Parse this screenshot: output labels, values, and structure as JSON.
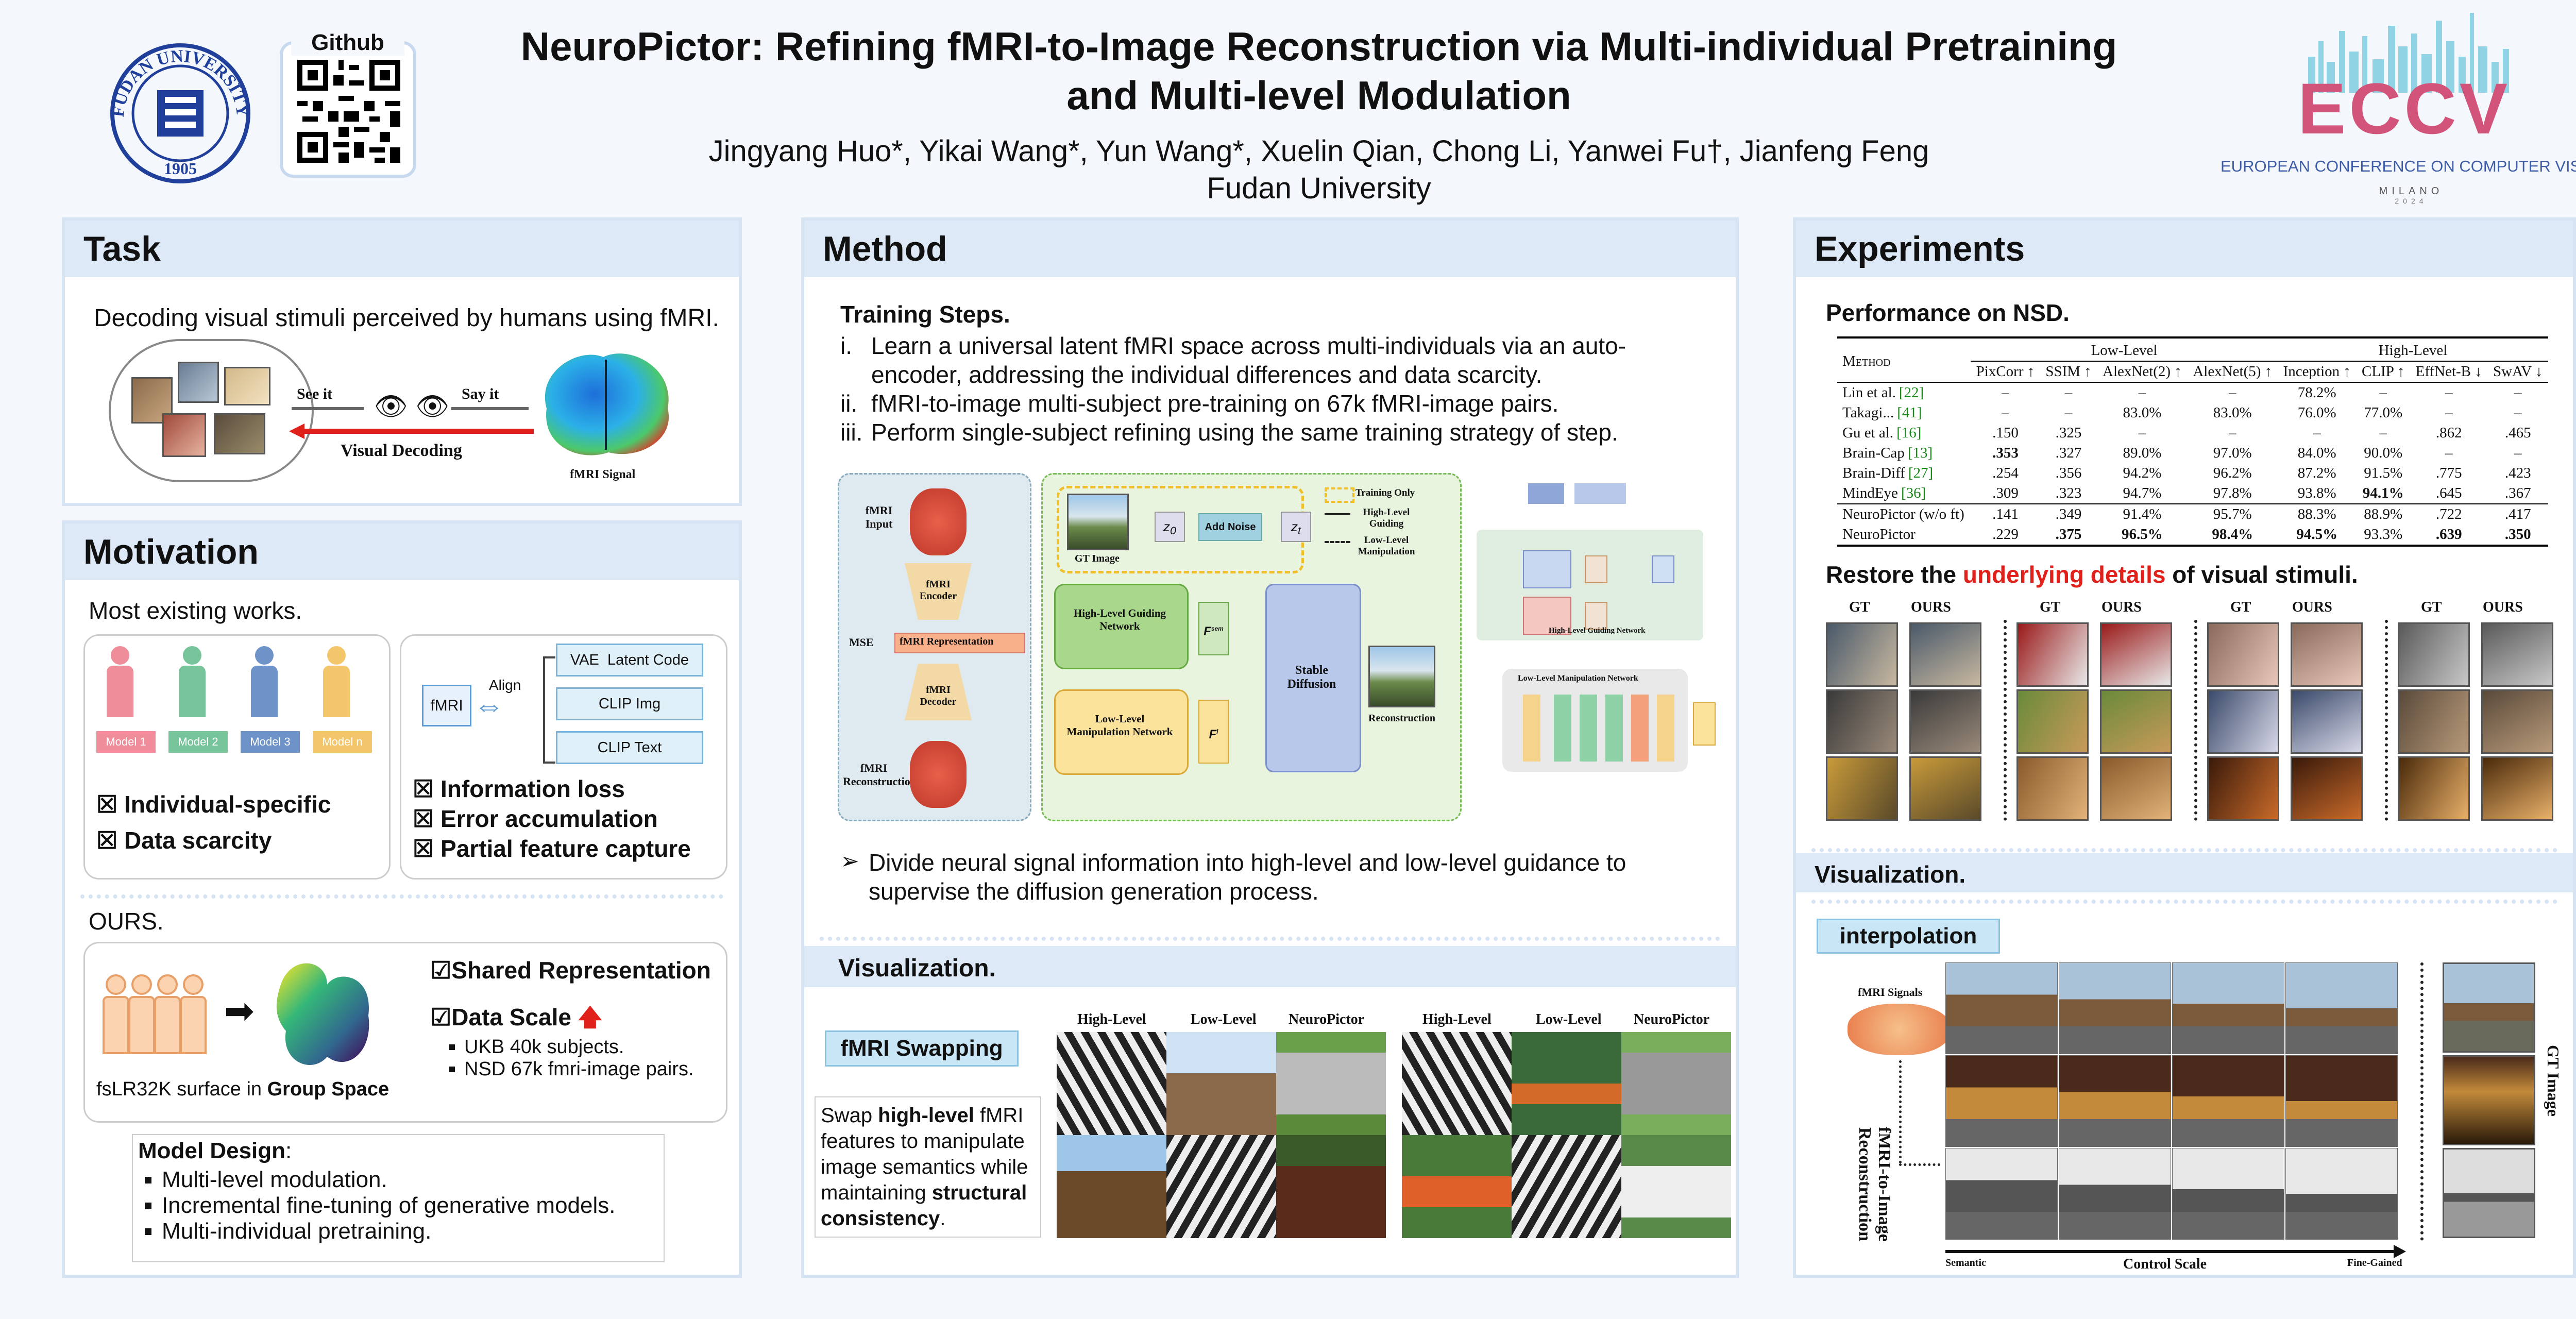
{
  "header": {
    "title_line1": "NeuroPictor: Refining fMRI-to-Image Reconstruction via Multi-individual Pretraining",
    "title_line2": "and Multi-level Modulation",
    "authors": "Jingyang Huo*, Yikai Wang*, Yun Wang*, Xuelin Qian, Chong Li, Yanwei Fu†, Jianfeng Feng",
    "affiliation": "Fudan University",
    "github_label": "Github",
    "fudan_logo_text": "FUDAN UNIVERSITY",
    "fudan_year": "1905",
    "eccv_logo": "ECCV",
    "eccv_full": "EUROPEAN CONFERENCE ON COMPUTER VISION",
    "eccv_city": "MILANO",
    "eccv_year": "2024"
  },
  "task": {
    "heading": "Task",
    "text": "Decoding visual stimuli perceived by humans using fMRI.",
    "see_it": "See it",
    "say_it": "Say it",
    "visual_decoding": "Visual Decoding",
    "fmri_signal": "fMRI Signal"
  },
  "motivation": {
    "heading": "Motivation",
    "existing": "Most existing works.",
    "models": [
      "Model 1",
      "Model 2",
      "Model 3",
      "Model n"
    ],
    "problems_left": [
      "Individual-specific",
      "Data scarcity"
    ],
    "fmri": "fMRI",
    "align": "Align",
    "targets": [
      "VAE  Latent Code",
      "CLIP Img",
      "CLIP Text"
    ],
    "problems_right": [
      "Information loss",
      "Error accumulation",
      "Partial feature capture"
    ],
    "ours": "OURS.",
    "surface_prefix": "fsLR32K surface in ",
    "surface_bold": "Group Space",
    "shared": "Shared Representation",
    "data_scale": "Data Scale",
    "scale_items": [
      "UKB 40k subjects.",
      "NSD 67k fmri-image pairs."
    ],
    "model_design_title": "Model Design",
    "model_design_items": [
      "Multi-level modulation.",
      "Incremental fine-tuning of generative models.",
      "Multi-individual pretraining."
    ]
  },
  "method": {
    "heading": "Method",
    "training_title": "Training Steps.",
    "steps": [
      {
        "num": "i.",
        "text": "Learn a universal latent fMRI space across multi-individuals via an auto-encoder, addressing the individual differences and data scarcity."
      },
      {
        "num": "ii.",
        "text": "fMRI-to-image multi-subject pre-training on 67k fMRI-image pairs."
      },
      {
        "num": "iii.",
        "text": "Perform single-subject refining using the same training strategy of step."
      }
    ],
    "diagram": {
      "fmri_input": "fMRI Input",
      "fmri_encoder": "fMRI Encoder",
      "mse": "MSE",
      "fmri_representation": "fMRI Representation",
      "fmri_decoder": "fMRI Decoder",
      "fmri_reconstruction": "fMRI Reconstruction",
      "gt_image": "GT Image",
      "z0": "z",
      "add_noise": "Add Noise",
      "zt": "z",
      "training_only": "Training Only",
      "high_level_guiding": "High-Level Guiding",
      "low_level_manipulation": "Low-Level Manipulation",
      "high_level_network": "High-Level Guiding Network",
      "low_level_network": "Low-Level Manipulation Network",
      "stable_diffusion": "Stable Diffusion",
      "reconstruction": "Reconstruction",
      "f_sem": "F",
      "f_l": "F",
      "side_high_title": "High-Level Guiding Network",
      "side_low_title": "Low-Level Manipulation Network"
    },
    "divide_text": "Divide neural signal information into high-level and low-level guidance to supervise the diffusion generation process.",
    "visualization": "Visualization.",
    "swap_title": "fMRI Swapping",
    "swap_col_labels": [
      "High-Level",
      "Low-Level",
      "NeuroPictor",
      "High-Level",
      "Low-Level",
      "NeuroPictor"
    ],
    "swap_text_1": "Swap ",
    "swap_text_2": "high-level",
    "swap_text_3": " fMRI features to manipulate image semantics while maintaining ",
    "swap_text_4": "structural consistency",
    "swap_text_5": "."
  },
  "experiments": {
    "heading": "Experiments",
    "perf_title": "Performance on NSD.",
    "table": {
      "method_col": "Method",
      "group_low": "Low-Level",
      "group_high": "High-Level",
      "columns": [
        "PixCorr ↑",
        "SSIM ↑",
        "AlexNet(2) ↑",
        "AlexNet(5) ↑",
        "Inception ↑",
        "CLIP ↑",
        "EffNet-B ↓",
        "SwAV ↓"
      ],
      "rows": [
        {
          "method": "Lin et al.",
          "ref": "[22]",
          "values": [
            "–",
            "–",
            "–",
            "–",
            "78.2%",
            "–",
            "–",
            "–"
          ]
        },
        {
          "method": "Takagi...",
          "ref": "[41]",
          "values": [
            "–",
            "–",
            "83.0%",
            "83.0%",
            "76.0%",
            "77.0%",
            "–",
            "–"
          ]
        },
        {
          "method": "Gu et al.",
          "ref": "[16]",
          "values": [
            ".150",
            ".325",
            "–",
            "–",
            "–",
            "–",
            ".862",
            ".465"
          ]
        },
        {
          "method": "Brain-Cap",
          "ref": "[13]",
          "values": [
            ".353",
            ".327",
            "89.0%",
            "97.0%",
            "84.0%",
            "90.0%",
            "–",
            "–"
          ]
        },
        {
          "method": "Brain-Diff",
          "ref": "[27]",
          "values": [
            ".254",
            ".356",
            "94.2%",
            "96.2%",
            "87.2%",
            "91.5%",
            ".775",
            ".423"
          ]
        },
        {
          "method": "MindEye",
          "ref": "[36]",
          "values": [
            ".309",
            ".323",
            "94.7%",
            "97.8%",
            "93.8%",
            "94.1%",
            ".645",
            ".367"
          ]
        }
      ],
      "ours_rows": [
        {
          "method": "NeuroPictor (w/o ft)",
          "values": [
            ".141",
            ".349",
            "91.4%",
            "95.7%",
            "88.3%",
            "88.9%",
            ".722",
            ".417"
          ]
        },
        {
          "method": "NeuroPictor",
          "values": [
            ".229",
            ".375",
            "96.5%",
            "98.4%",
            "94.5%",
            "93.3%",
            ".639",
            ".350"
          ]
        }
      ]
    },
    "restore_1": "Restore the ",
    "restore_2": "underlying details",
    "restore_3": " of visual stimuli.",
    "gt": "GT",
    "ours": "OURS",
    "visualization": "Visualization.",
    "interp_title": "interpolation",
    "fmri_signals": "fMRI Signals",
    "vertical_label": "fMRI-to-Image Reconstruction",
    "gt_image": "GT Image",
    "semantic": "Semantic",
    "control_scale": "Control Scale",
    "fine_grained": "Fine-Gained"
  },
  "colors": {
    "panel_header": "#dde9f7",
    "accent_red": "#e0201b",
    "fudan_blue": "#1f3f9b"
  }
}
